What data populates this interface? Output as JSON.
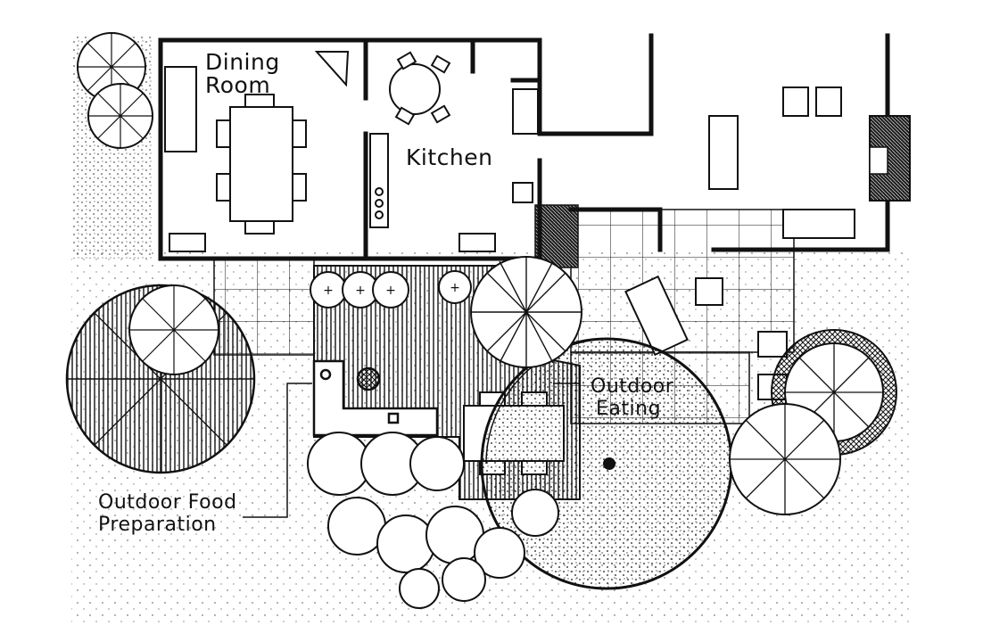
{
  "labels": {
    "dining_room_line1": "Dining",
    "dining_room_line2": "Room",
    "kitchen": "Kitchen",
    "outdoor_eating_line1": "Outdoor",
    "outdoor_eating_line2": "Eating",
    "food_prep_line1": "Outdoor Food",
    "food_prep_line2": "Preparation"
  },
  "colors": {
    "ink": "#111111",
    "paper": "#ffffff"
  }
}
